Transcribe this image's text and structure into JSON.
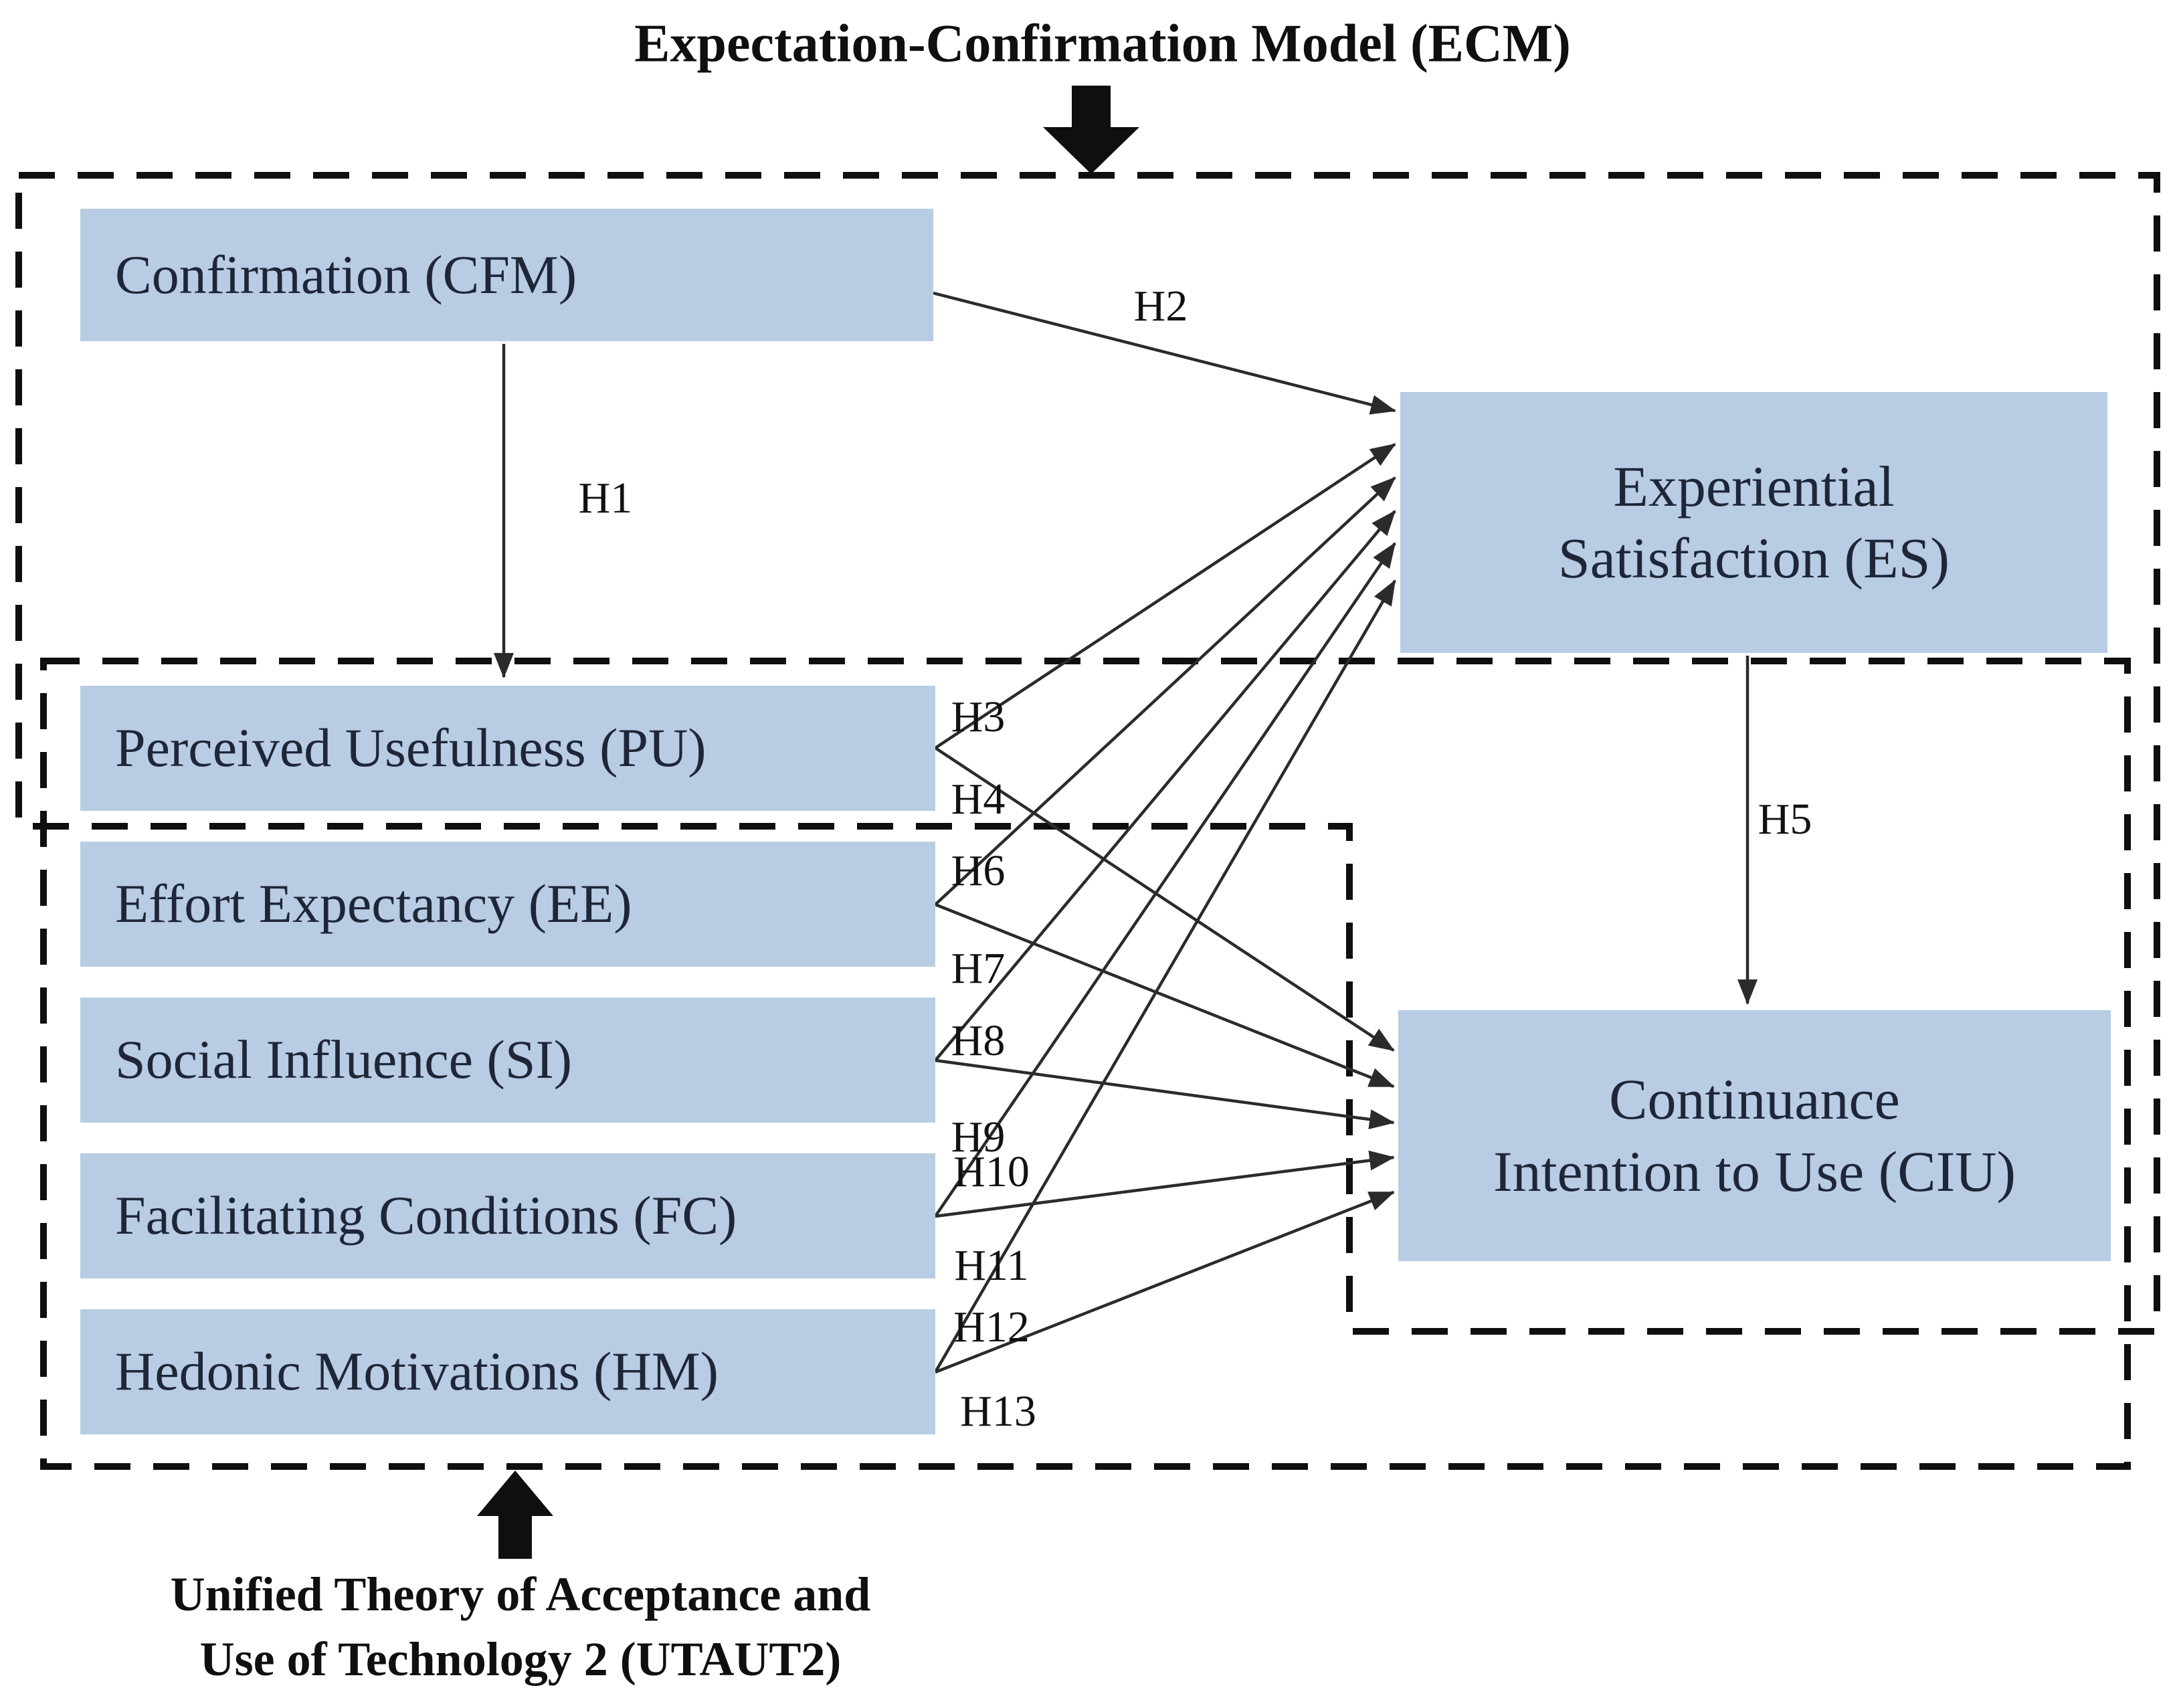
{
  "diagram": {
    "title": "Expectation-Confirmation Model (ECM)",
    "footer": "Unified Theory of Acceptance and\nUse of Technology 2 (UTAUT2)",
    "nodes": {
      "cfm": "Confirmation (CFM)",
      "es": "Experiential\nSatisfaction (ES)",
      "pu": "Perceived Usefulness (PU)",
      "ee": "Effort Expectancy (EE)",
      "si": "Social Influence (SI)",
      "fc": "Facilitating Conditions (FC)",
      "hm": "Hedonic Motivations (HM)",
      "ciu": "Continuance\nIntention to Use (CIU)"
    },
    "hypotheses": {
      "h1": "H1",
      "h2": "H2",
      "h3": "H3",
      "h4": "H4",
      "h5": "H5",
      "h6": "H6",
      "h7": "H7",
      "h8": "H8",
      "h9": "H9",
      "h10": "H10",
      "h11": "H11",
      "h12": "H12",
      "h13": "H13"
    },
    "colors": {
      "node_fill": "#b8cce4",
      "node_text": "#1e2637",
      "line_color": "#2b2b2b",
      "dash_color": "#0f0f0f",
      "label_color": "#111111"
    }
  }
}
